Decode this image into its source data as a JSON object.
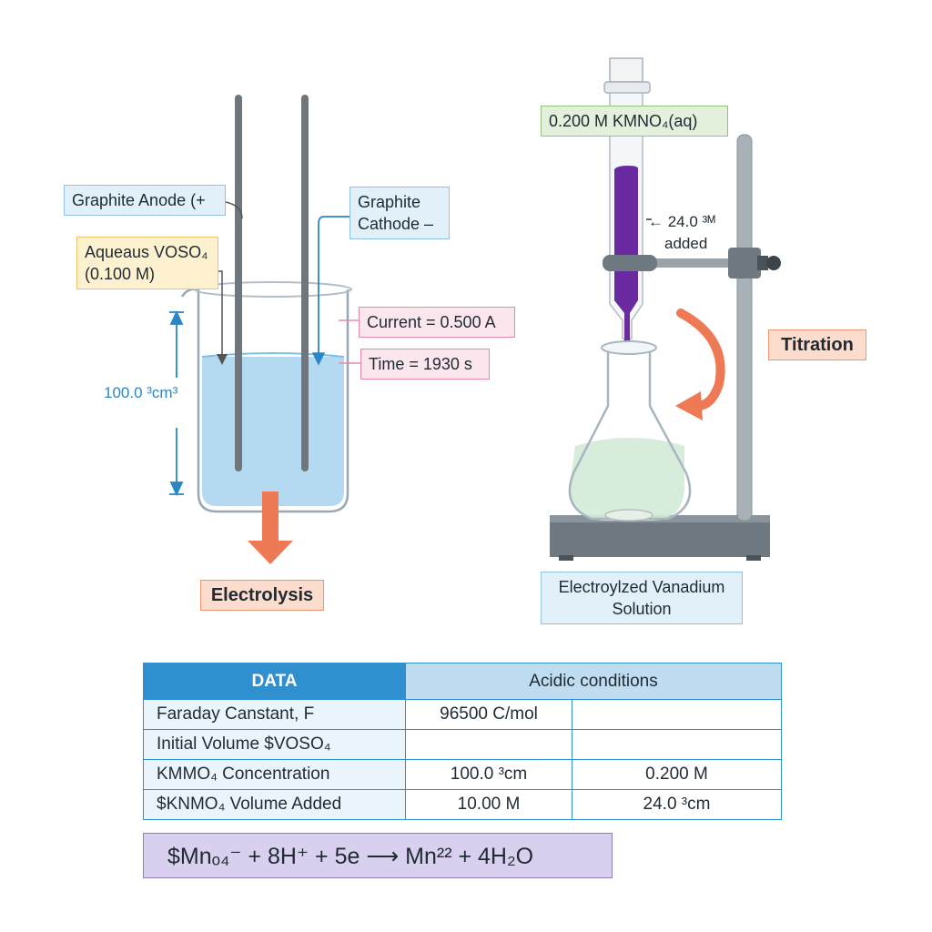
{
  "electrolysis": {
    "anode_label": "Graphite Anode (+",
    "cathode_label_line1": "Graphite",
    "cathode_label_line2": "Cathode –",
    "solution_label_line1": "Aqueaus VOSO₄",
    "solution_label_line2": "(0.100 M)",
    "current_label": "Current = 0.500 A",
    "time_label": "Time = 1930 s",
    "volume_label": "100.0 ³cm³",
    "process_label": "Electrolysis"
  },
  "titration": {
    "burette_label": "0.200 M KMNO₄(aq)",
    "added_label_line1": "← 24.0 ³ᴹ",
    "added_label_line2": "added",
    "process_label": "Titration",
    "flask_label_line1": "Electroylzed Vanadium",
    "flask_label_line2": "Solution"
  },
  "table": {
    "header_left": "DATA",
    "header_right": "Acidic conditions",
    "rows": [
      [
        "Faraday Canstant, F",
        "96500 C/mol",
        ""
      ],
      [
        "Initial Volume $VOSO₄",
        "",
        ""
      ],
      [
        "KMMO₄ Concentration",
        "100.0 ³cm",
        "0.200 M"
      ],
      [
        "$KNMO₄ Volume Added",
        "10.00 M",
        "24.0 ³cm"
      ]
    ]
  },
  "equation": "$Mnₒ₄⁻ + 8H⁺ + 5e ⟶ Mn²² + 4H₂O",
  "colors": {
    "solution_blue": "#9fd0ee",
    "permanganate": "#6a2aa0",
    "flask_green": "#cfe8d4",
    "arrow_orange": "#ee7a55"
  }
}
